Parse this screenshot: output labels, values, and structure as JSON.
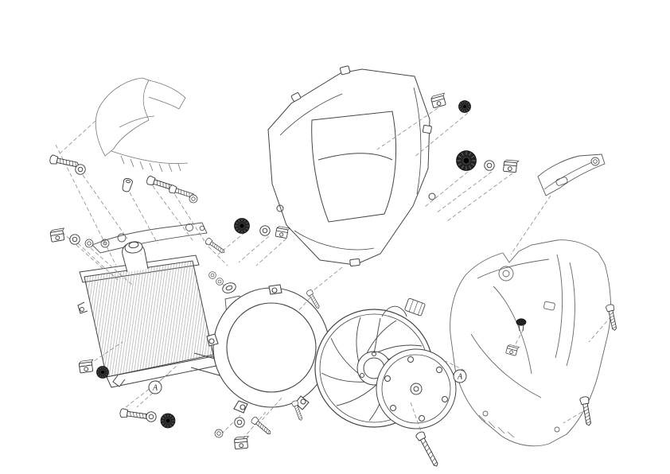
{
  "diagram": {
    "type": "exploded-parts-diagram",
    "background_color": "#ffffff",
    "line_color": "#3a3a3a",
    "sketch_line_color": "#777777",
    "grommet_color": "#222222",
    "callouts": [
      {
        "label": "A"
      },
      {
        "label": "A"
      }
    ]
  }
}
